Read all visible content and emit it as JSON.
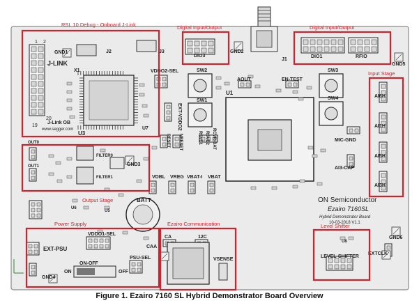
{
  "caption": "Figure 1. Ezairo 7160 SL Hybrid Demonstrator Board Overview",
  "colors": {
    "highlight": "#d4202b",
    "board": "#ebebeb",
    "silk": "#222222"
  },
  "regions": [
    {
      "label": "RSL 10 Debug - Onboard J-Link"
    },
    {
      "label": "Digital Input/Output"
    },
    {
      "label": "Digital Input/Output"
    },
    {
      "label": "Input Stage"
    },
    {
      "label": "Output Stage"
    },
    {
      "label": "Power Supply"
    },
    {
      "label": "Ezairo Communication"
    },
    {
      "label": "Level Shifter"
    }
  ],
  "silkscreen": {
    "j_link": "J-LINK",
    "j2": "J2",
    "gnd1": "GND1",
    "j3": "J3",
    "x1": "X1",
    "u3": "U3",
    "jlink_ob": "J-Link OB",
    "segger": "www.segger.com",
    "pin2": "2",
    "pin20": "20",
    "pin19": "19",
    "pin1": "1",
    "dio3": "DIO3",
    "gnd2": "GND2",
    "j1": "J1",
    "dio1": "DIO1",
    "rfio": "RFIO",
    "gnd5": "GND5",
    "vddo2_sel": "VDDO2-SEL",
    "sw2": "SW2",
    "sw1": "SW1",
    "aout": "AOUT",
    "en_test": "EN-TEST",
    "sw3": "SW3",
    "sw4": "SW4",
    "u1": "U1",
    "ext_vddo2": "EXT-VDDO2",
    "reset": "RESET",
    "nreset": "NRESET",
    "rsvd1": "RSVD1",
    "rsvd2": "RSVD2",
    "rcvr_bat": "RCVR-BAT",
    "u7": "U7",
    "ai6h": "AI6H",
    "ai1h": "AI1H",
    "ai5h": "AI5H",
    "ai3h": "AI3H",
    "mic_gnd": "MIC-GND",
    "ai3_cap": "AI3-CAP",
    "filter0": "FILTER0",
    "filter1": "FILTER1",
    "gnd3": "GND3",
    "vdbl": "VDBL",
    "vreg": "VREG",
    "vbat_i": "VBAT-I",
    "vbat": "VBAT",
    "batt": "BATT",
    "on_semi": "ON Semiconductor",
    "ezairo_7160sl": "Ezairo 7160SL",
    "hybrid_board": "Hybrid Demonstrator Board",
    "board_date": "10-03-2018 V1.1",
    "ext_psu": "EXT-PSU",
    "vddo1_sel": "VDDO1-SEL",
    "caa": "CAA",
    "psu_sel": "PSU-SEL",
    "on": "ON",
    "on_off": "ON-OFF",
    "off": "OFF",
    "gnd4": "GND4",
    "cap_ea": "CA",
    "v12c": "12C",
    "vsense": "VSENSE",
    "level_shifter": "LEVEL-SHIFTER",
    "u8": "U8",
    "gnd6": "GND6",
    "extclk": "EXTCLK",
    "out0": "OUT0",
    "out1": "OUT1",
    "u6": "U6",
    "u5": "U5"
  }
}
